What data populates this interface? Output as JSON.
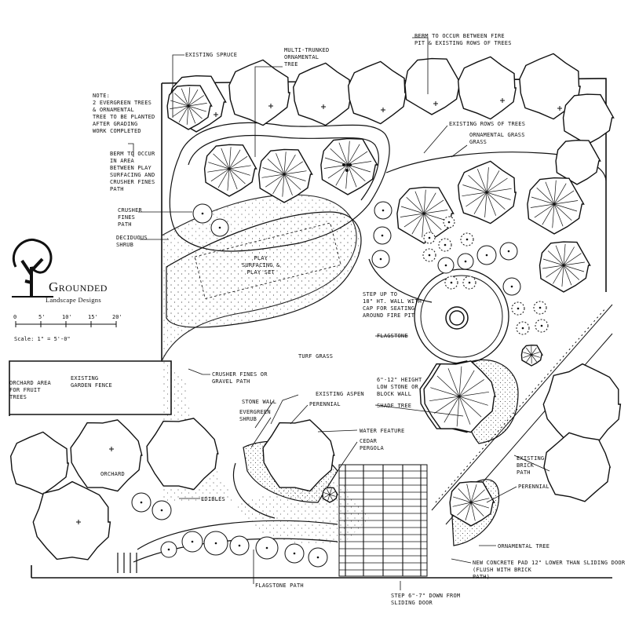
{
  "brand": {
    "name": "Grounded",
    "subtitle": "Landscape Designs"
  },
  "scale": {
    "ticks": [
      "0",
      "5'",
      "10'",
      "15'",
      "20'"
    ],
    "label": "Scale: 1\" = 5'-0\""
  },
  "labels": {
    "existing_spruce": "Existing spruce",
    "multi_trunked": "Multi-trunked\nornamental\ntree",
    "berm_fire": "Berm to occur between fire\npit & existing rows of trees",
    "note": "Note:\n2 evergreen trees\n& ornamental\ntree to be planted\nafter grading\nwork completed",
    "berm_play": "Berm to occur\nin area\nbetween play\nsurfacing and\ncrusher fines\npath",
    "crusher_fines_path": "Crusher\nfines\npath",
    "deciduous_shrub": "Deciduous\nshrub",
    "existing_rows": "Existing rows of trees",
    "ornamental_grass": "Ornamental grass\ngrass",
    "play_surfacing": "Play\nsurfacing &\nplay set",
    "step_up": "Step up to\n18\" ht. wall with\ncap for seating\naround fire pit",
    "flagstone": "Flagstone",
    "turf_grass": "Turf grass",
    "crusher_or_gravel": "Crusher fines or\ngravel path",
    "orchard_area": "Orchard area\nfor fruit\ntrees",
    "existing_fence": "Existing\ngarden fence",
    "stone_wall": "Stone wall",
    "evergreen_shrub": "Evergreen\nshrub",
    "existing_aspen": "Existing aspen",
    "perennial": "Perennial",
    "low_wall": "6\"-12\" height\nlow stone or\nblock wall",
    "shade_tree": "Shade tree",
    "water_feature": "Water feature",
    "cedar_pergola": "Cedar\npergola",
    "orchard": "Orchard",
    "edibles": "Edibles",
    "existing_brick_path": "Existing\nbrick\npath",
    "perennial_right": "Perennial",
    "ornamental_tree": "Ornamental tree",
    "concrete_pad": "New concrete pad 12\" lower than sliding door\n(flush with brick\npath)",
    "step_down": "Step 6\"-7\" down from\nsliding door",
    "flagstone_path": "Flagstone path"
  }
}
